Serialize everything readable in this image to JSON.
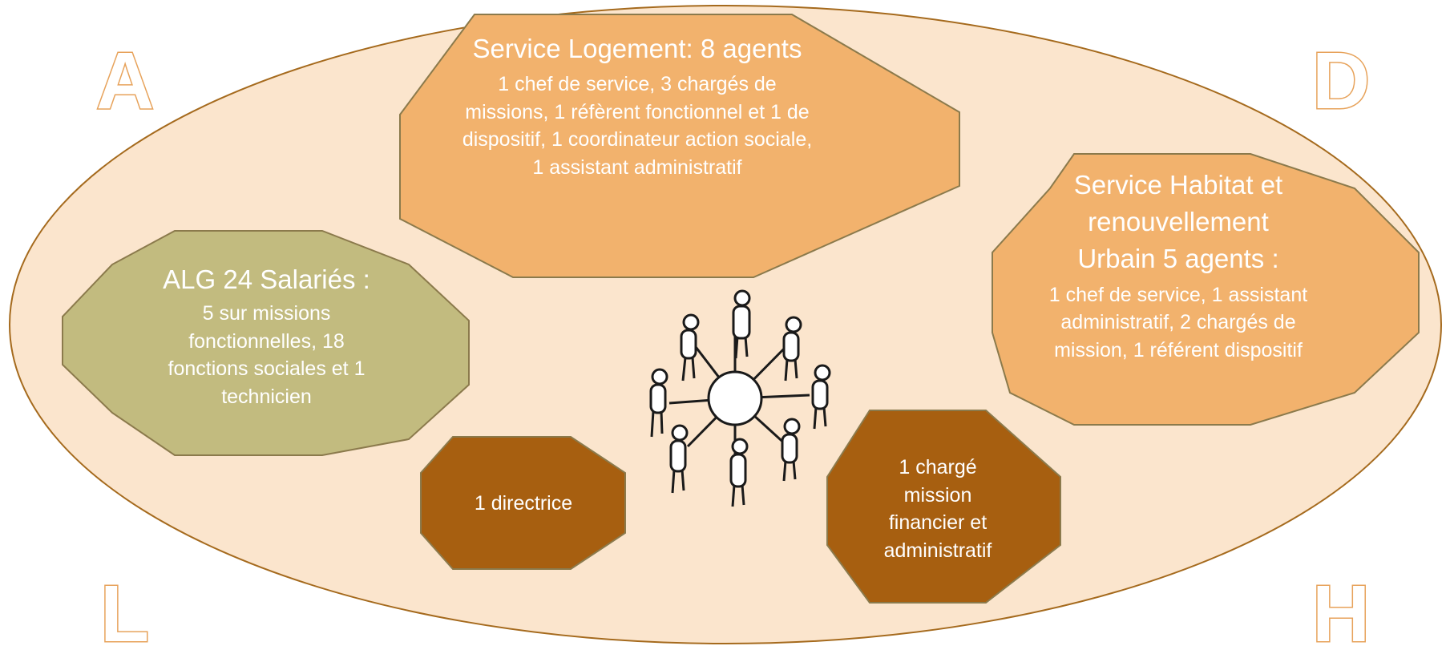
{
  "letters": {
    "top_left": "A",
    "top_right": "D",
    "bottom_left": "L",
    "bottom_right": "H"
  },
  "nodes": {
    "logement": {
      "title": "Service Logement: 8 agents",
      "body": "1 chef de service, 3 chargés de missions, 1 réfèrent fonctionnel et 1 de dispositif, 1 coordinateur action sociale, 1 assistant administratif"
    },
    "alg": {
      "title": "ALG 24 Salariés :",
      "body": "5 sur missions fonctionnelles, 18 fonctions sociales et 1 technicien"
    },
    "habitat": {
      "title": "Service Habitat et renouvellement Urbain  5 agents :",
      "body": "1 chef de service, 1 assistant administratif, 2 chargés de mission, 1 référent dispositif"
    },
    "directrice": {
      "body": "1 directrice"
    },
    "charge": {
      "body": "1 chargé mission financier et administratif"
    }
  },
  "colors": {
    "ellipse_fill": "#fbe5cd",
    "ellipse_stroke": "#a56a1d",
    "orange_fill": "#f2b26d",
    "olive_fill": "#c2bb7f",
    "brown_fill": "#a75f10",
    "node_stroke": "#8b7a4c"
  }
}
